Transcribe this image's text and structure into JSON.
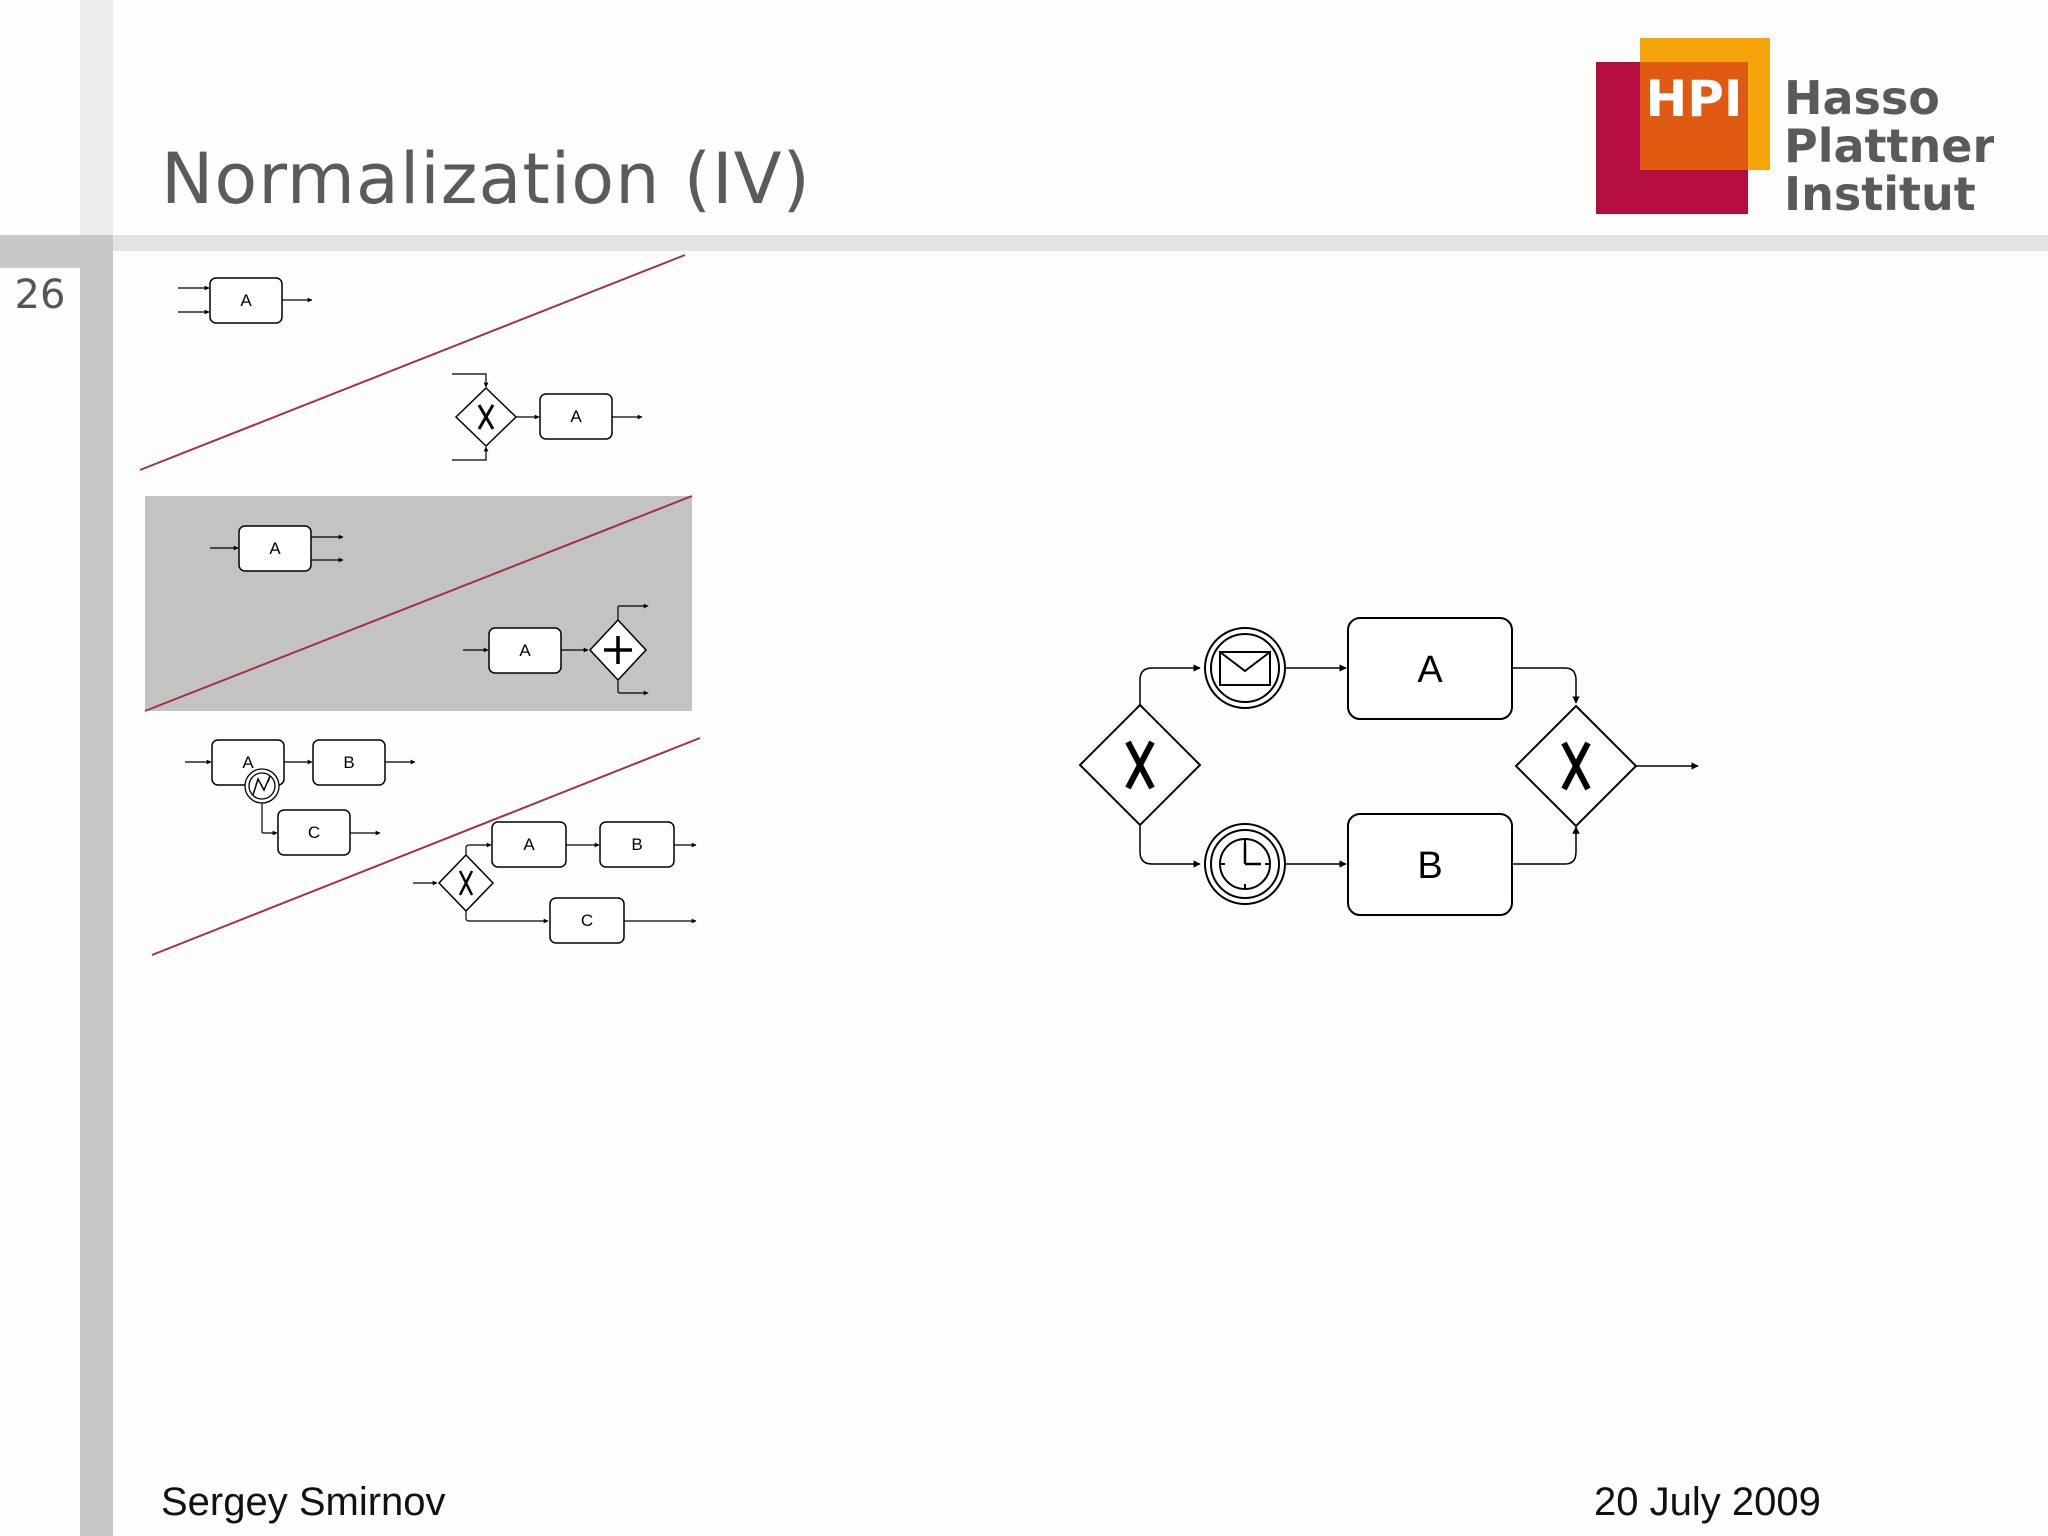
{
  "slide": {
    "title": "Normalization (IV)",
    "page_number": "26",
    "author": "Sergey Smirnov",
    "date": "20 July 2009"
  },
  "logo": {
    "abbrev": "HPI",
    "line1": "Hasso",
    "line2": "Plattner",
    "line3": "Institut",
    "colors": {
      "red": "#b50d3f",
      "orange": "#e05a12",
      "yellow": "#f5a50a",
      "text": "#5a5a5a"
    }
  },
  "rules": [
    {
      "before_task": "A",
      "after_task": "A",
      "after_gateway": "exclusive"
    },
    {
      "before_task": "A",
      "after_task": "A",
      "after_gateway": "parallel",
      "highlighted": true
    },
    {
      "before_tasks": [
        "A",
        "B",
        "C"
      ],
      "boundary_event": "error",
      "after_tasks": [
        "A",
        "B",
        "C"
      ],
      "after_gateway": "exclusive"
    }
  ],
  "main_diagram": {
    "task_a": "A",
    "task_b": "B",
    "split_gateway": "exclusive",
    "join_gateway": "exclusive",
    "event_upper": "message",
    "event_lower": "timer"
  },
  "icons": [
    "exclusive-gateway-icon",
    "parallel-gateway-icon",
    "message-event-icon",
    "timer-event-icon",
    "error-event-icon"
  ],
  "colors": {
    "rule_line": "#a0333f",
    "highlight_panel": "#c3c3c4",
    "sidebar": "#c7c8c8"
  }
}
